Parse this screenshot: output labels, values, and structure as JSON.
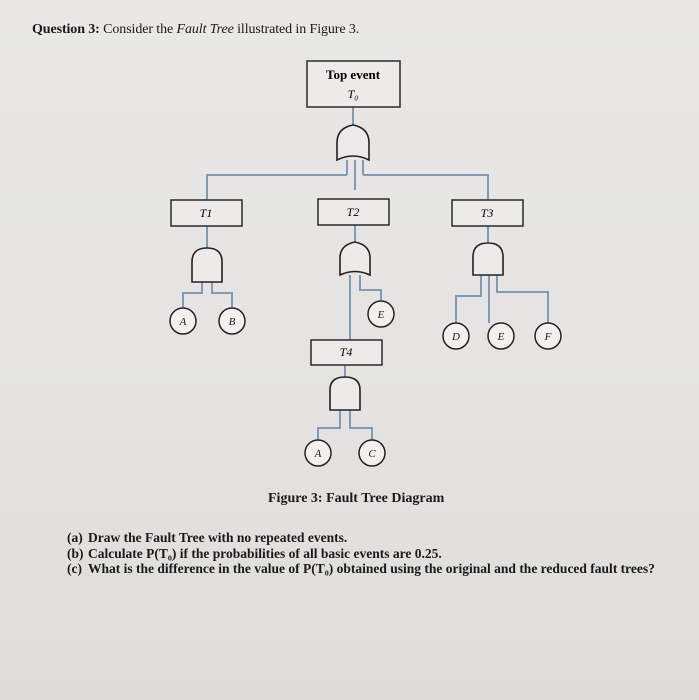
{
  "question": {
    "label": "Question 3:",
    "text_pre": "Consider the",
    "text_italic": "Fault Tree",
    "text_post": "illustrated in Figure 3."
  },
  "diagram": {
    "top_event": {
      "label": "Top event",
      "symbol": "T₀"
    },
    "intermediate_events": {
      "t1": "T1",
      "t2": "T2",
      "t3": "T3",
      "t4": "T4"
    },
    "basic_events": {
      "t1_a": "A",
      "t1_b": "B",
      "t2_e": "E",
      "t3_d": "D",
      "t3_e": "E",
      "t3_f": "F",
      "t4_a": "A",
      "t4_c": "C"
    },
    "colors": {
      "line": "#7e9cb8",
      "box": "#2a2a2a"
    }
  },
  "caption": "Figure 3: Fault Tree Diagram",
  "parts": [
    {
      "tag": "(a)",
      "text": "Draw the Fault Tree with no repeated events."
    },
    {
      "tag": "(b)",
      "text": "Calculate P(T₀) if the probabilities of all basic events are 0.25."
    },
    {
      "tag": "(c)",
      "text": "What is the difference in the value of P(T₀) obtained using the original and the reduced fault trees?"
    }
  ]
}
